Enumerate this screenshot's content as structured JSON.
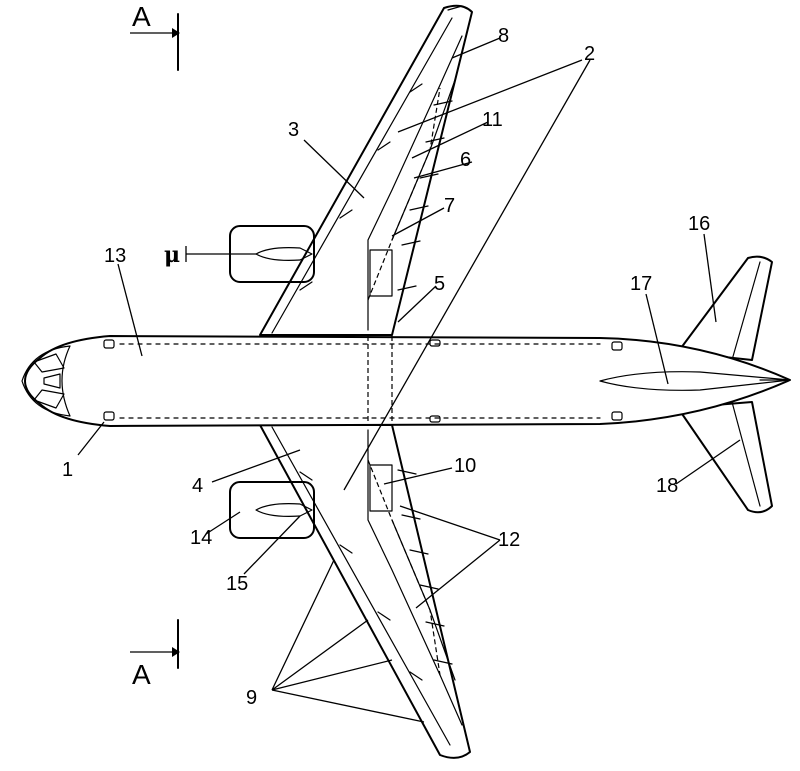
{
  "section_marks": {
    "top": "A",
    "bottom": "A"
  },
  "labels": {
    "l1": "1",
    "l2": "2",
    "l3": "3",
    "l4": "4",
    "l5": "5",
    "l6": "6",
    "l7": "7",
    "l8": "8",
    "l9": "9",
    "l10": "10",
    "l11": "11",
    "l12": "12",
    "l13": "13",
    "l14": "14",
    "l15": "15",
    "l16": "16",
    "l17": "17",
    "l18": "18",
    "mu": "μ"
  }
}
